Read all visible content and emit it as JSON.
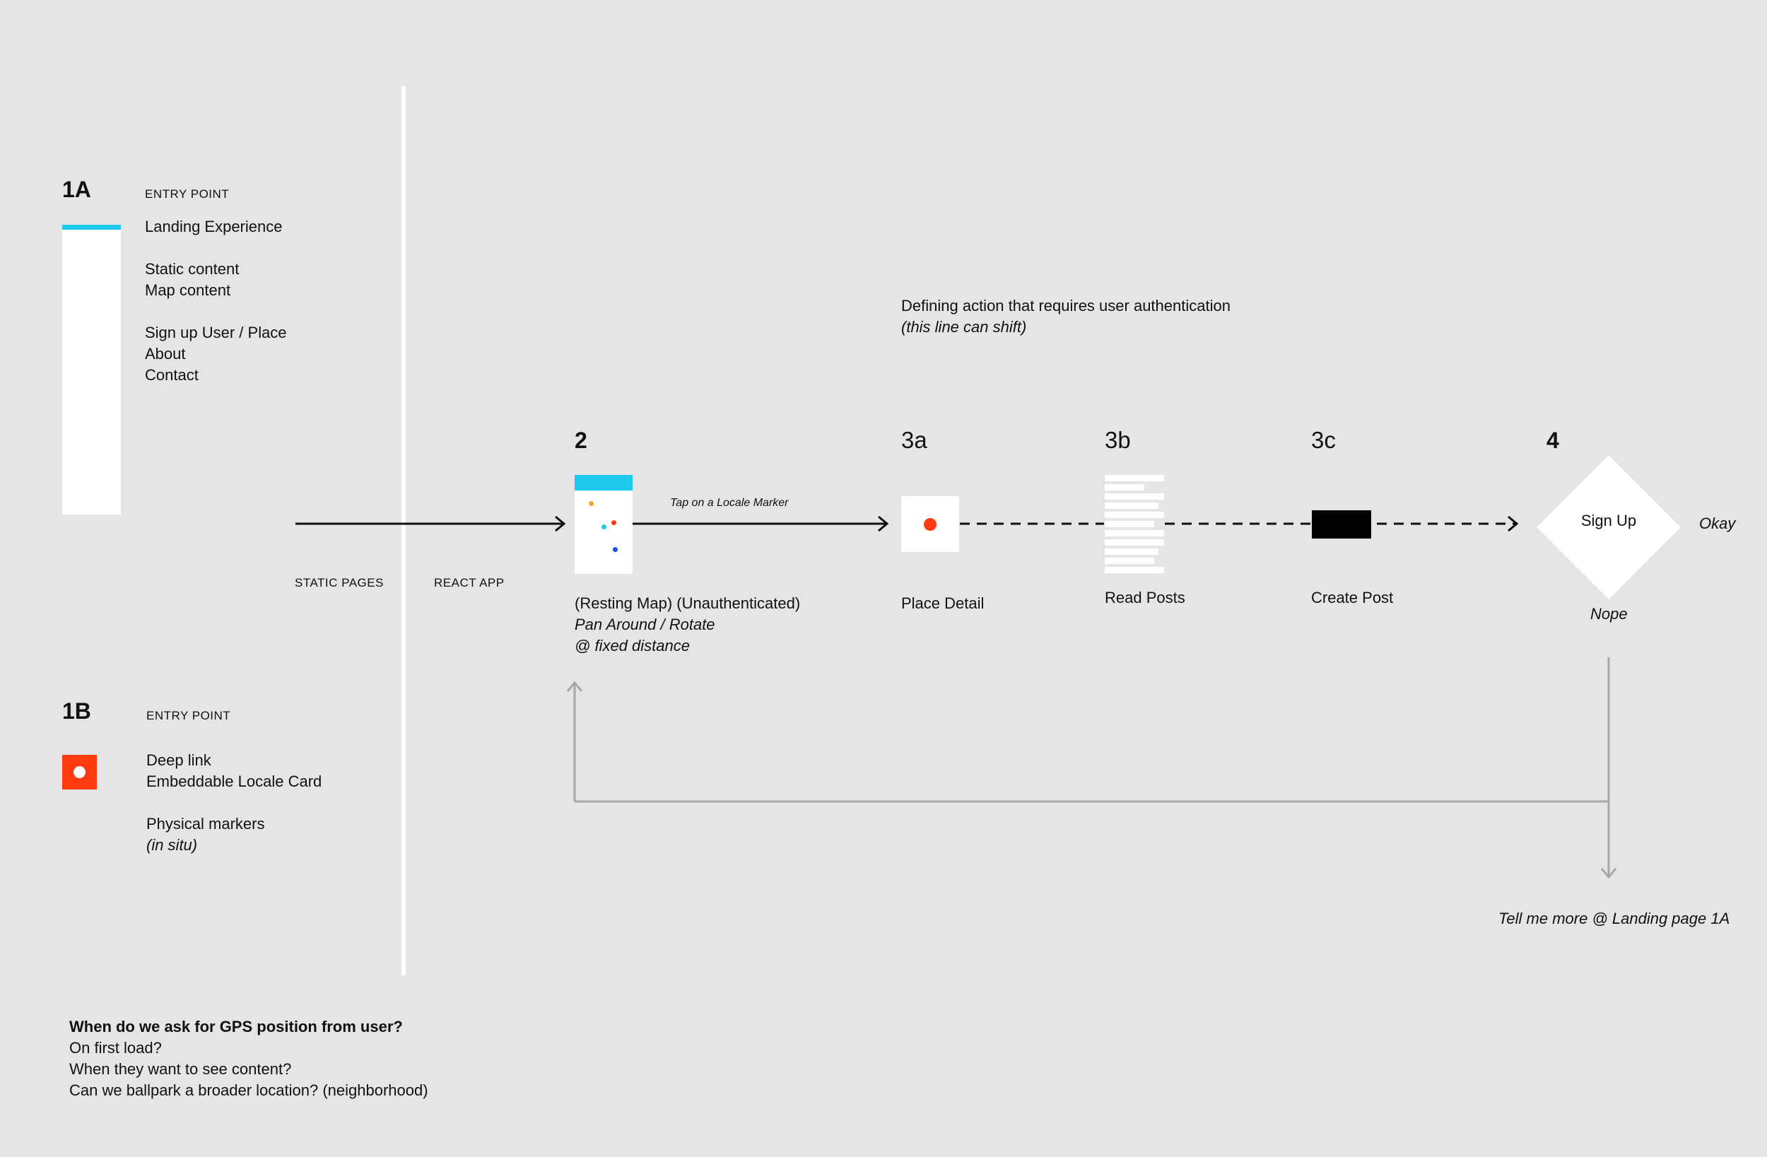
{
  "entry_1a": {
    "number": "1A",
    "kicker": "ENTRY POINT",
    "title": "Landing Experience",
    "items": [
      "Static content",
      "Map content",
      "Sign up User / Place",
      "About",
      "Contact"
    ],
    "accent_color": "#1ec8ef"
  },
  "entry_1b": {
    "number": "1B",
    "kicker": "ENTRY POINT",
    "items": [
      "Deep link",
      "Embeddable Locale Card",
      "Physical markers"
    ],
    "note": "(in situ)",
    "marker_color": "#ff3b0f"
  },
  "divider": {
    "left_label": "STATIC PAGES",
    "right_label": "REACT APP"
  },
  "auth_note": {
    "title": "Defining action that requires user authentication",
    "subtitle": "(this line can shift)"
  },
  "steps": [
    {
      "number": "2",
      "label": "(Resting Map) (Unauthenticated)",
      "sub1": "Pan Around / Rotate",
      "sub2": "@ fixed distance"
    },
    {
      "number": "3a",
      "label": "Place Detail"
    },
    {
      "number": "3b",
      "label": "Read Posts"
    },
    {
      "number": "3c",
      "label": "Create Post"
    },
    {
      "number": "4",
      "label": "Sign Up",
      "yes": "Okay",
      "no": "Nope"
    }
  ],
  "edge_label": "Tap on a Locale Marker",
  "exit_label": "Tell me more @ Landing page 1A",
  "gps": {
    "question": "When do we ask for GPS position from user?",
    "options": [
      "On first load?",
      "When they want to see content?",
      "Can we ballpark a broader location? (neighborhood)"
    ]
  },
  "map_dots": [
    "#f5a623",
    "#ff3b0f",
    "#1ec8ef",
    "#1a4fe0"
  ],
  "colors": {
    "background": "#e5e5e5",
    "panel": "#ffffff",
    "line": "#111111",
    "return_line": "#a8a8a8"
  }
}
